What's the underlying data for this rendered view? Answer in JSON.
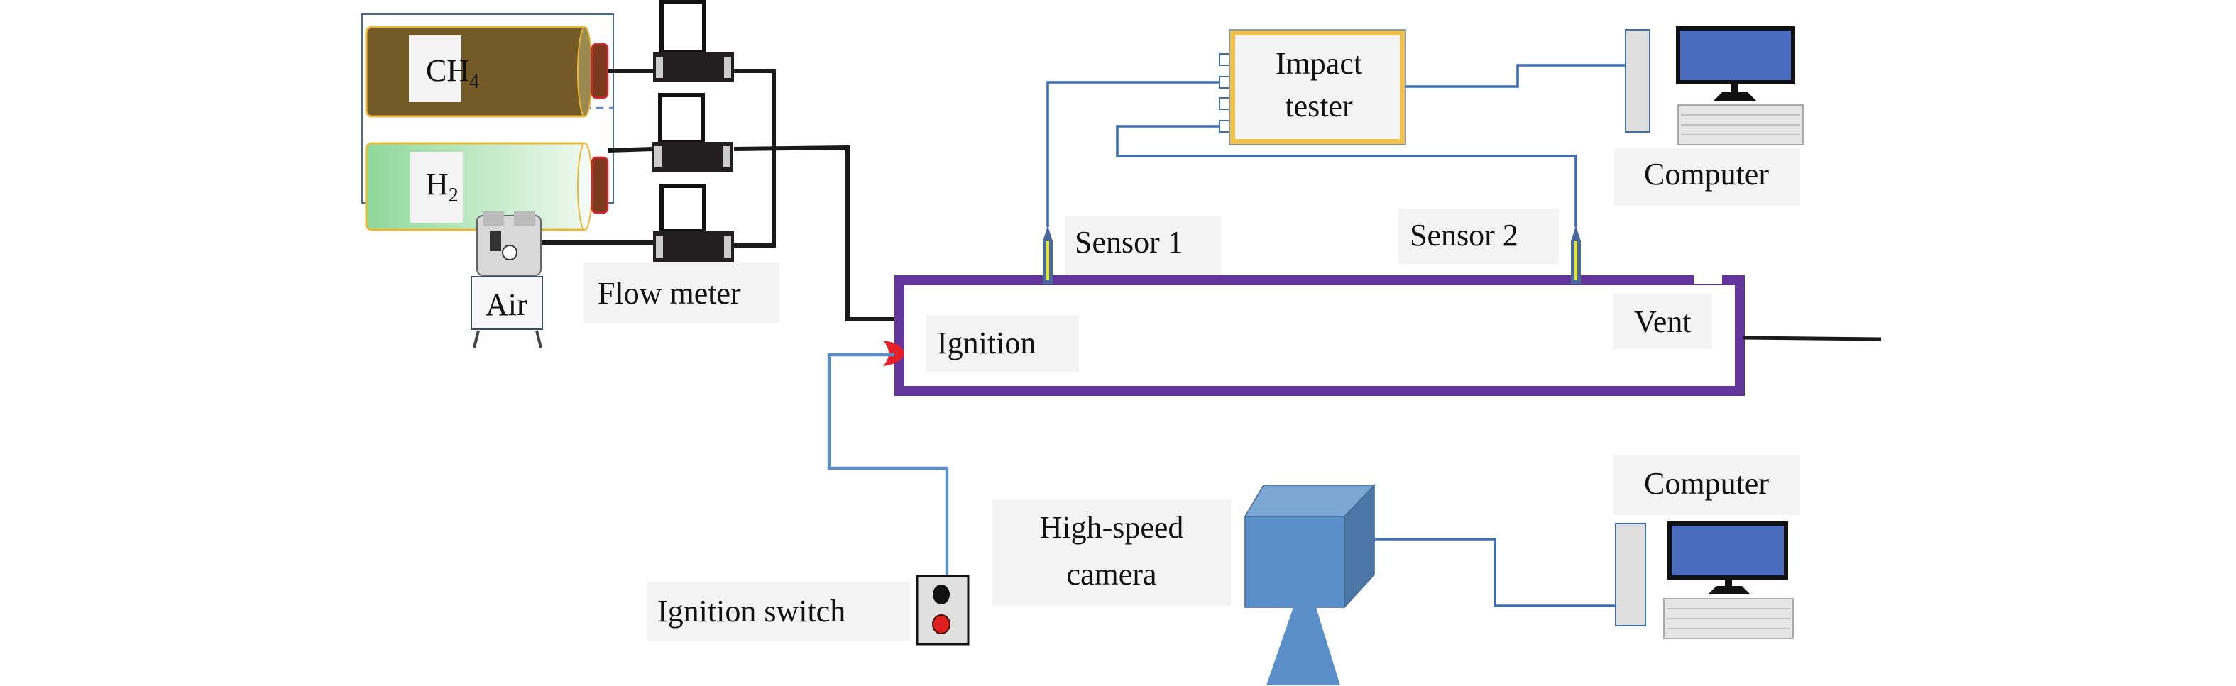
{
  "labels": {
    "ch4_main": "CH",
    "ch4_sub": "4",
    "h2_main": "H",
    "h2_sub": "2",
    "air": "Air",
    "flow_meter": "Flow meter",
    "ignition": "Ignition",
    "sensor1": "Sensor 1",
    "sensor2": "Sensor 2",
    "vent": "Vent",
    "impact_tester_line1": "Impact",
    "impact_tester_line2": "tester",
    "computer_top": "Computer",
    "computer_bottom": "Computer",
    "camera_line1": "High-speed",
    "camera_line2": "camera",
    "ignition_switch": "Ignition switch"
  },
  "colors": {
    "pipe": "#63359a",
    "signal_wire": "#3f6fae",
    "ignition_wire": "#5b8fc9",
    "gas_line": "#1a1a1a",
    "ch4_tank": "#735a26",
    "h2_tank": "#8fd89a",
    "camera": "#5b8fc9",
    "monitor": "#4a6cbf",
    "tester_border": "#f0c14b"
  }
}
